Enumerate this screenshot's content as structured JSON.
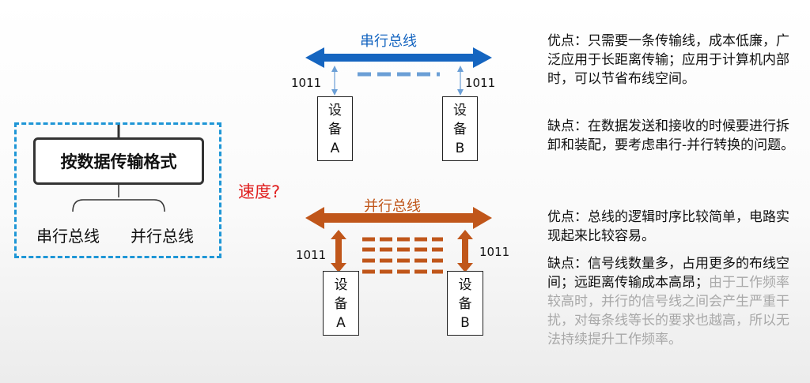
{
  "classification": {
    "title": "按数据传输格式",
    "left": "串行总线",
    "right": "并行总线"
  },
  "question": "速度?",
  "serial": {
    "title": "串行总线",
    "left_bits": "1011",
    "right_bits": "1011",
    "device_a": [
      "设",
      "备",
      "A"
    ],
    "device_b": [
      "设",
      "备",
      "B"
    ],
    "pros": "优点：只需要一条传输线，成本低廉，广泛应用于长距离传输；应用于计算机内部时，可以节省布线空间。",
    "cons": "缺点：在数据发送和接收的时候要进行拆卸和装配，要考虑串行-并行转换的问题。"
  },
  "parallel": {
    "title": "并行总线",
    "left_bits": "1011",
    "right_bits": "1011",
    "device_a": [
      "设",
      "备",
      "A"
    ],
    "device_b": [
      "设",
      "备",
      "B"
    ],
    "pros": "优点：总线的逻辑时序比较简单，电路实现起来比较容易。",
    "cons_main": "缺点：信号线数量多，占用更多的布线空间；远距离传输成本高昂；",
    "cons_grey": "由于工作频率较高时，并行的信号线之间会产生严重干扰，对每条线等长的要求也越高，所以无法持续提升工作频率。"
  },
  "colors": {
    "classify_border": "#1e96d6",
    "serial_bus": "#1565c0",
    "serial_signal": "#6b9fd6",
    "parallel_bus": "#c0561a",
    "question": "#e02020",
    "grey_text": "#a8a8a8"
  }
}
